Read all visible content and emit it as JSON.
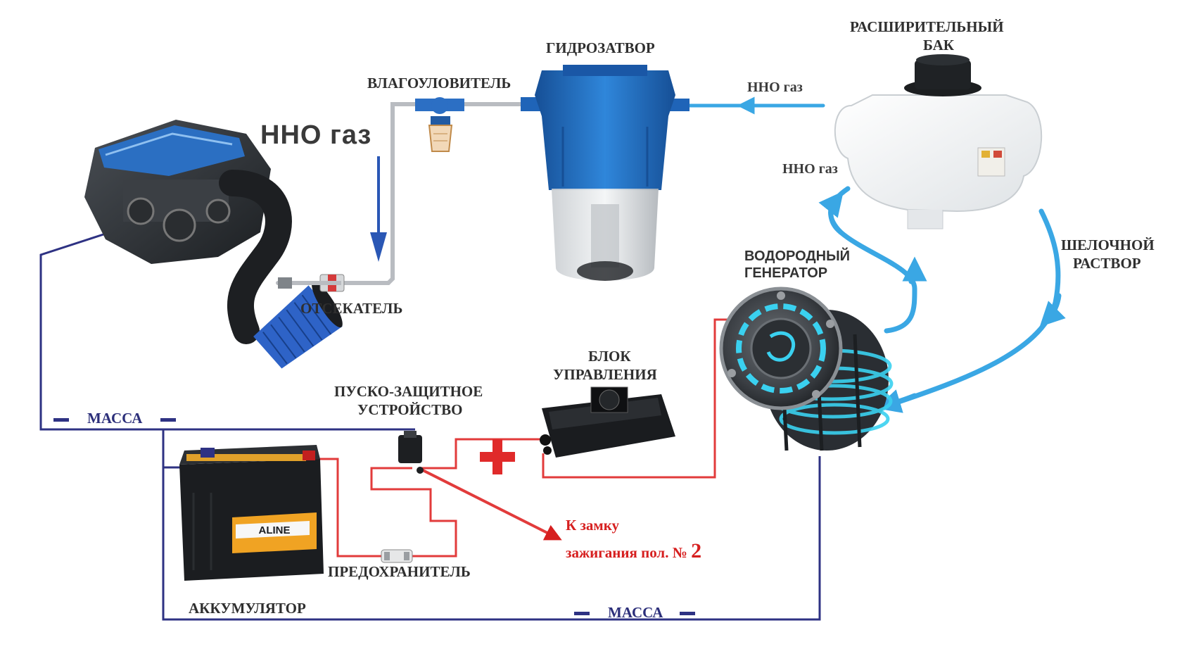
{
  "labels": {
    "hho_gas_main": "ННО газ",
    "moisture_trap": "ВЛАГОУЛОВИТЕЛЬ",
    "water_seal": "ГИДРОЗАТВОР",
    "expansion_tank_line1": "РАСШИРИТЕЛЬНЫЙ",
    "expansion_tank_line2": "БАК",
    "hho_gas_top": "ННО газ",
    "hho_gas_side": "ННО газ",
    "alkaline_line1": "ШЕЛОЧНОЙ",
    "alkaline_line2": "РАСТВОР",
    "generator_line1": "ВОДОРОДНЫЙ",
    "generator_line2": "ГЕНЕРАТОР",
    "cutoff": "ОТСЕКАТЕЛЬ",
    "control_unit_line1": "БЛОК",
    "control_unit_line2": "УПРАВЛЕНИЯ",
    "starter_line1": "ПУСКО-ЗАЩИТНОЕ",
    "starter_line2": "УСТРОЙСТВО",
    "mass_left": "МАССА",
    "mass_bottom": "МАССА",
    "ignition_line1": "К замку",
    "ignition_line2_text": "зажигания пол. №",
    "ignition_line2_num": "2",
    "fuse": "ПРЕДОХРАНИТЕЛЬ",
    "battery": "АККУМУЛЯТОР",
    "battery_brand": "ALINE"
  },
  "colors": {
    "hose": "#3aa7e4",
    "pipe": "#b9bcc1",
    "ground_wire": "#2e3283",
    "power_wire": "#e23b3b",
    "filter_blue": "#1f64b8",
    "label": "#3b3b3b"
  }
}
